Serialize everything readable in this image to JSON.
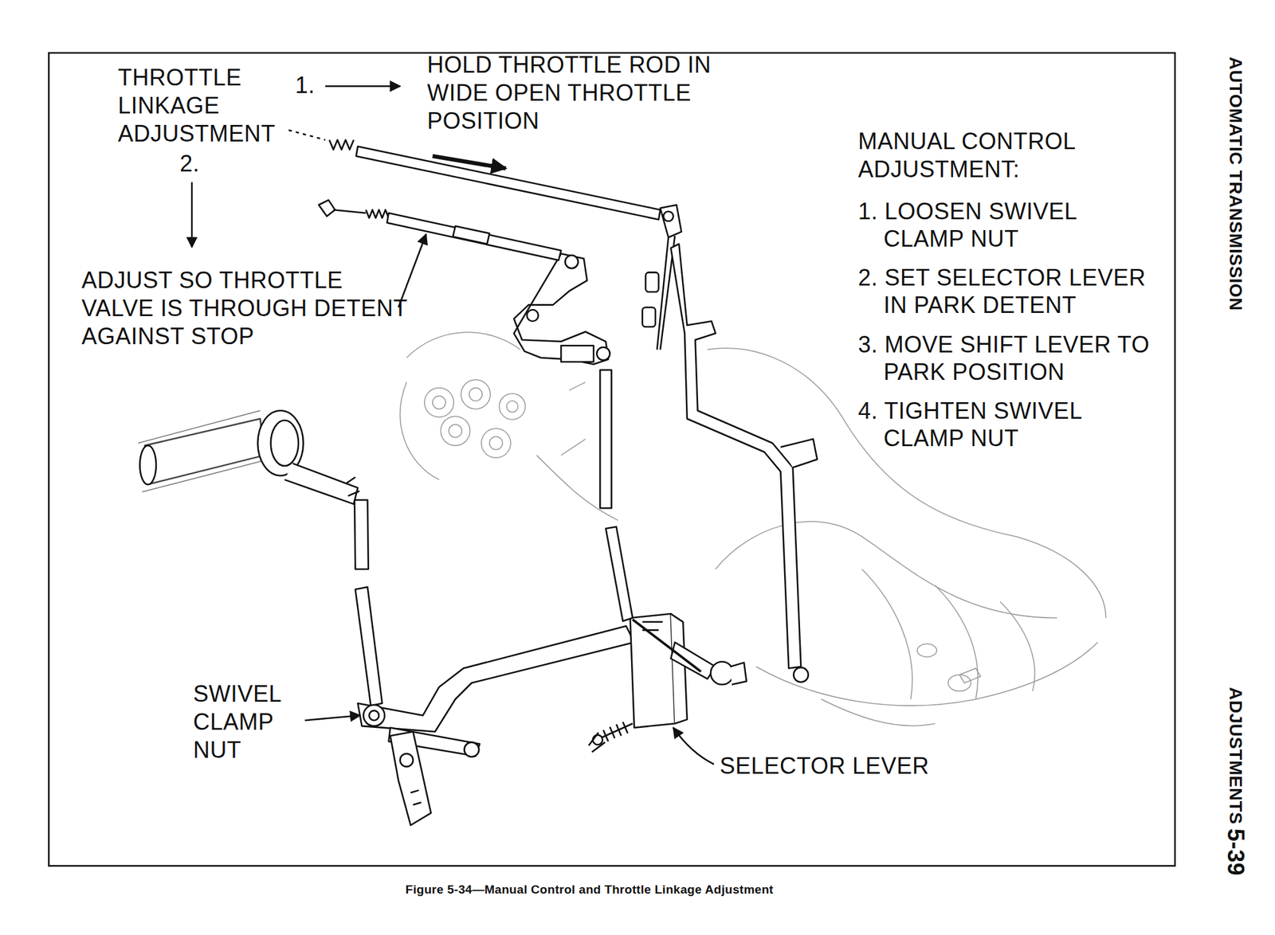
{
  "diagram": {
    "caption": "Figure 5-34—Manual Control and Throttle Linkage Adjustment",
    "labels": [
      "THROTTLE LINKAGE ADJUSTMENT",
      "1.",
      "HOLD THROTTLE ROD IN WIDE OPEN THROTTLE POSITION",
      "2.",
      "ADJUST SO THROTTLE VALVE IS THROUGH DETENT AGAINST STOP",
      "MANUAL CONTROL ADJUSTMENT:",
      "1. LOOSEN SWIVEL CLAMP NUT",
      "2. SET SELECTOR LEVER IN PARK DETENT",
      "3. MOVE SHIFT LEVER TO PARK POSITION",
      "4. TIGHTEN SWIVEL CLAMP NUT",
      "SWIVEL CLAMP NUT",
      "SELECTOR LEVER",
      "AUTOMATIC TRANSMISSION",
      "ADJUSTMENTS",
      "5-39"
    ]
  }
}
